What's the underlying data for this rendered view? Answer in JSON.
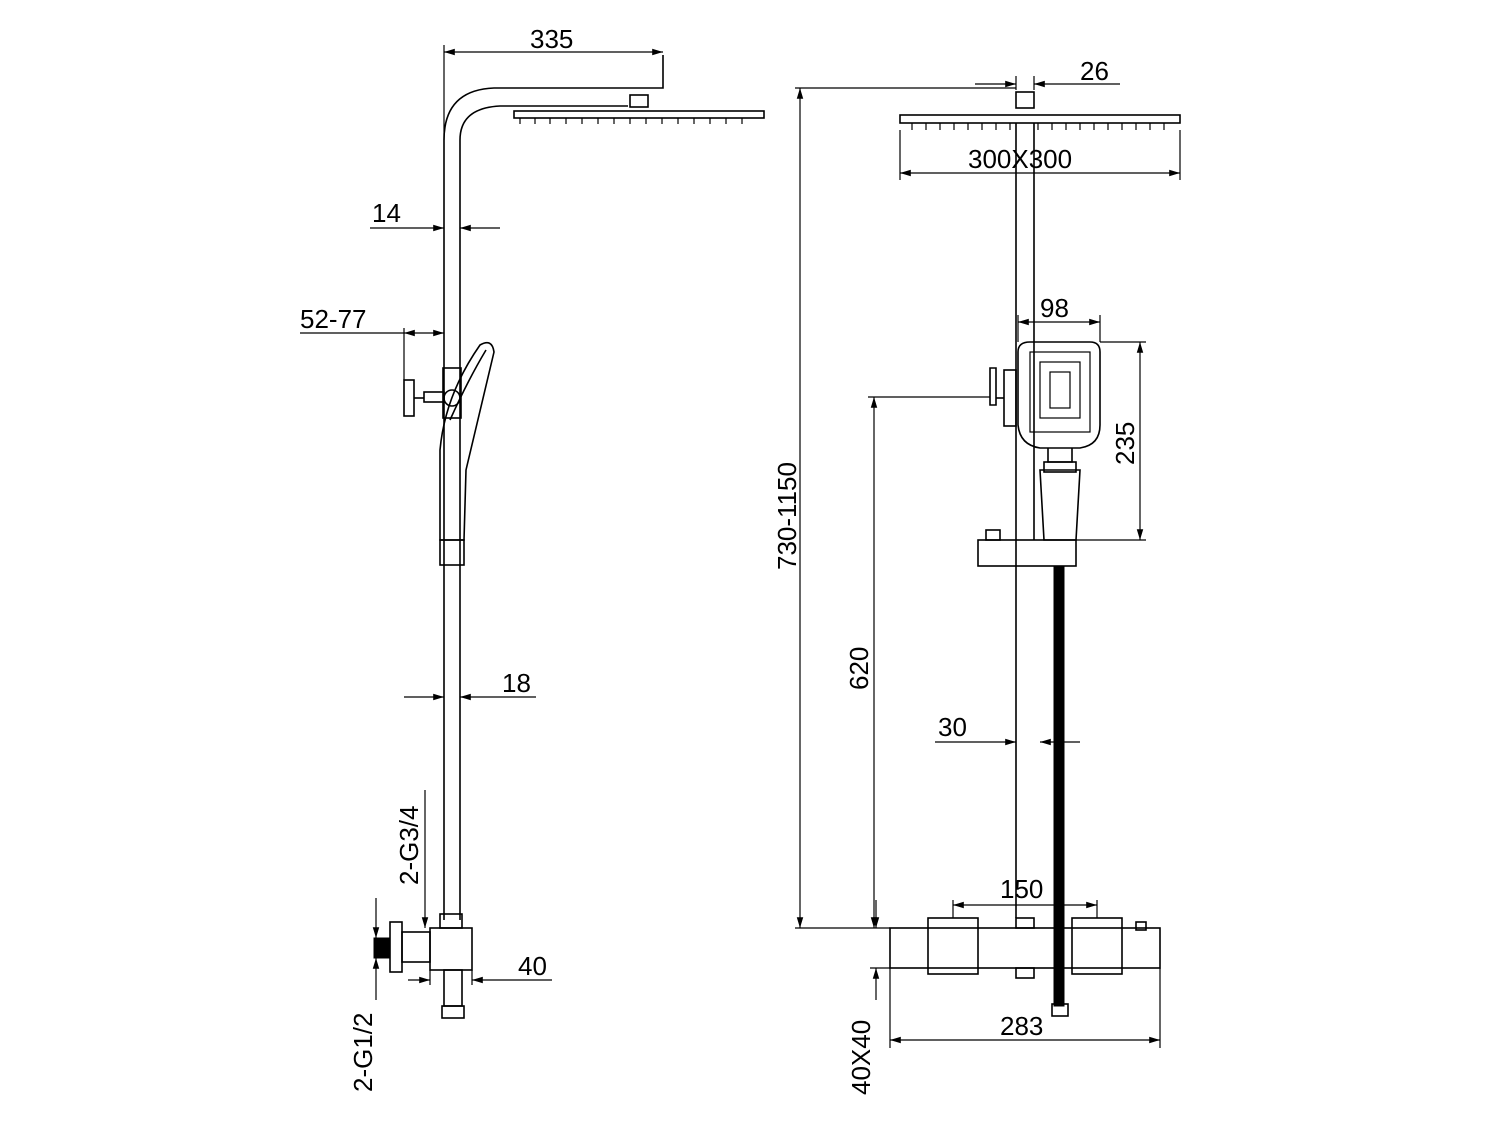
{
  "dimensions": {
    "arm_length": "335",
    "pipe_top": "14",
    "holder_range": "52-77",
    "pipe_lower": "18",
    "inlet_upper": "2-G3/4",
    "inlet_lower": "2-G1/2",
    "valve_depth": "40",
    "head_neck": "26",
    "head_size": "300X300",
    "hand_width": "98",
    "hand_length": "235",
    "total_height": "730-1150",
    "holder_height": "620",
    "rail_spacing": "30",
    "center_distance": "150",
    "body_section": "40X40",
    "body_length": "283"
  },
  "colors": {
    "line": "#000000",
    "background": "#ffffff"
  }
}
